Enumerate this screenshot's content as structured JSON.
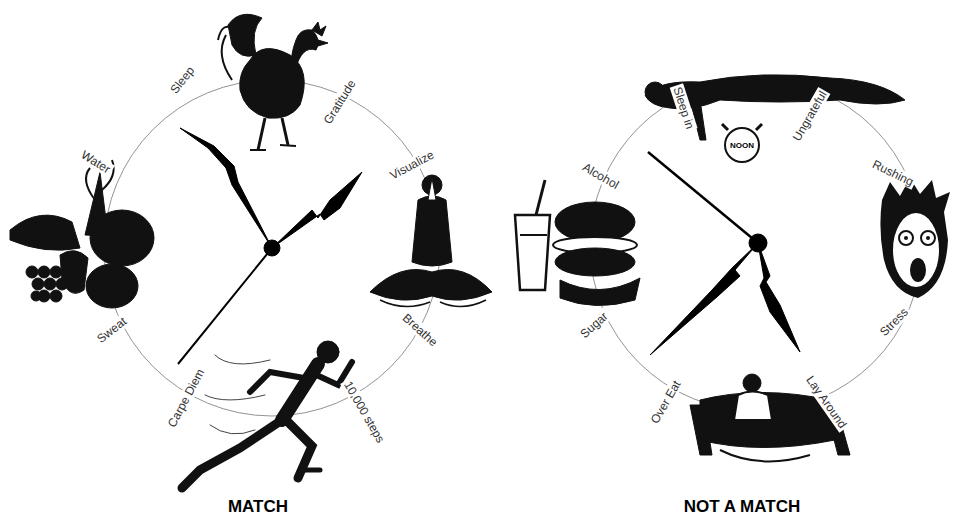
{
  "diagram": {
    "labels": [
      "Sleep",
      "Gratitude",
      "Visualize",
      "Breathe",
      "10,000 steps",
      "Carpe Diem",
      "Sweat",
      "Water",
      "MATCH",
      "Sleep in",
      "NOON",
      "Ungrateful",
      "Rushing",
      "Stress",
      "Lay Around",
      "Over Eat",
      "Sugar",
      "Alcohol",
      "NOT A MATCH"
    ]
  }
}
